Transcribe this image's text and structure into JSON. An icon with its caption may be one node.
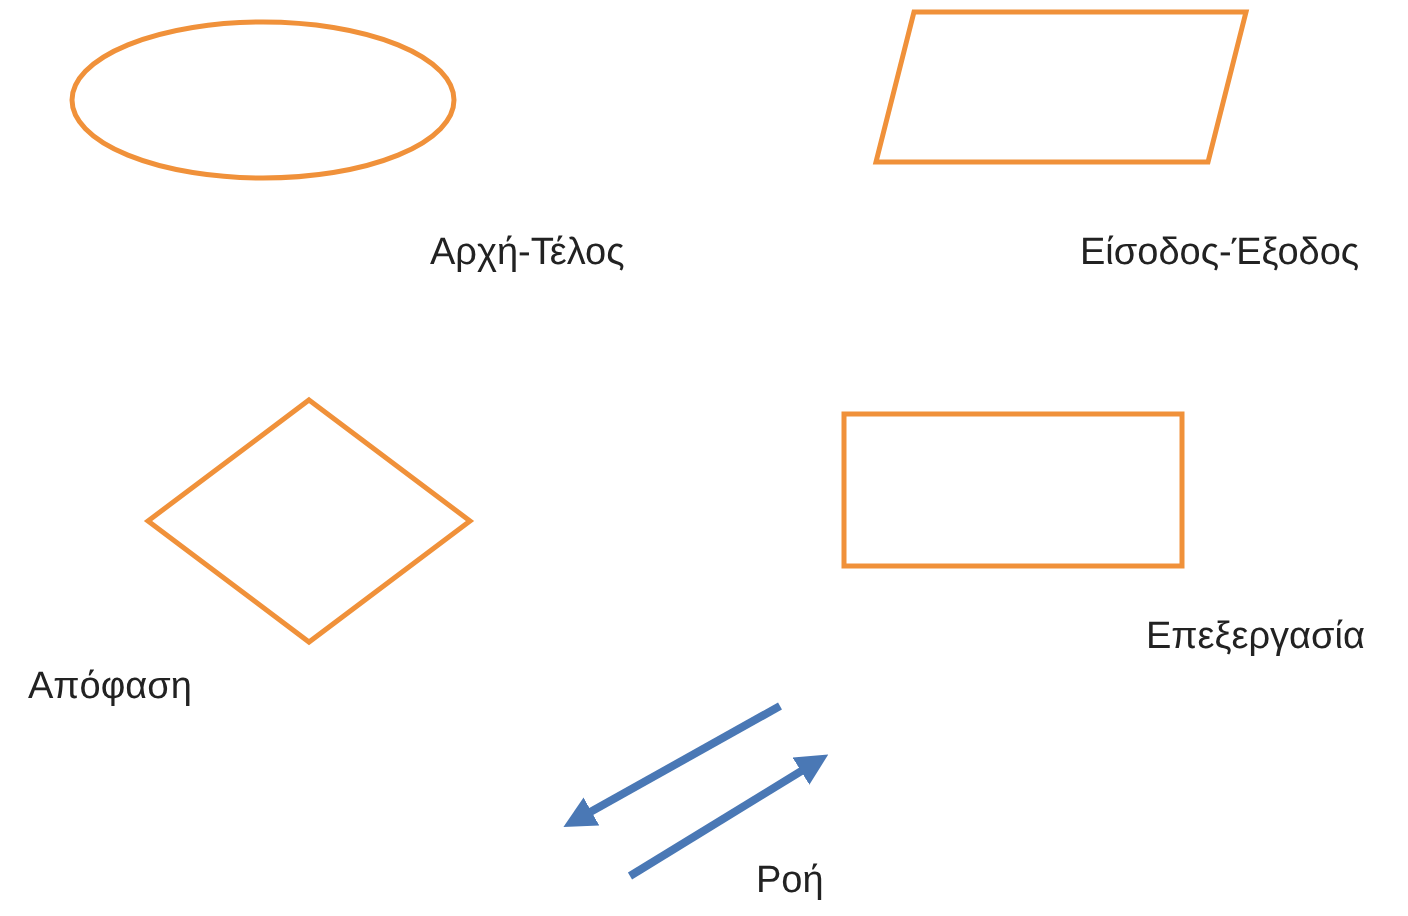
{
  "diagram": {
    "nodes": [
      {
        "text": [],
        "shape": "ellipse",
        "beside": [
          "Αρχή-Τέλος"
        ]
      },
      {
        "text": [],
        "shape": "parallelogram",
        "beside": [
          "Είσοδος-Έξοδος"
        ]
      },
      {
        "text": [],
        "shape": "diamond",
        "beside": [
          "Απόφαση"
        ]
      },
      {
        "text": [],
        "shape": "box",
        "beside": [
          "Επεξεργασία"
        ]
      }
    ],
    "edges": [],
    "labels": [
      "Ροή"
    ]
  }
}
